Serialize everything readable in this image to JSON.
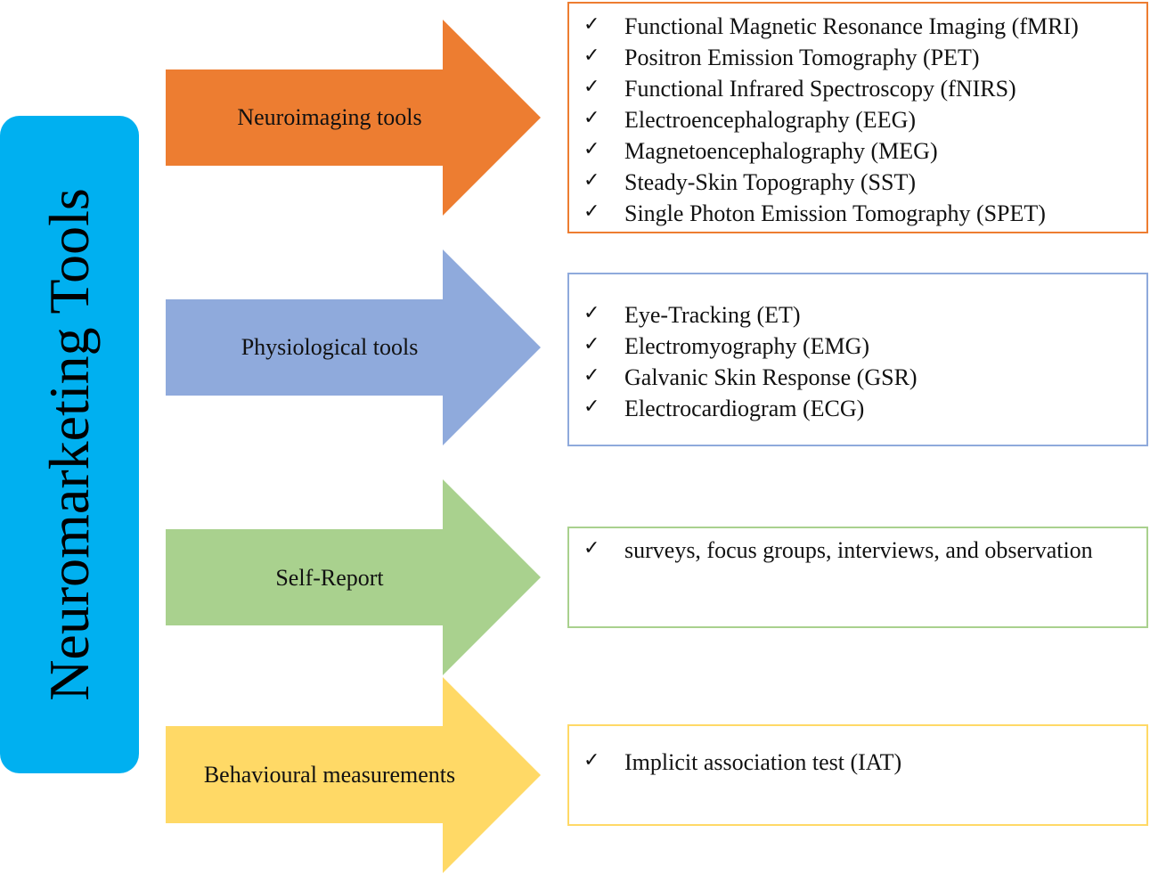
{
  "root": {
    "label": "Neuromarketing Tools",
    "color": "#00b0f0"
  },
  "categories": [
    {
      "label": "Neuroimaging tools",
      "color": "#ed7d31",
      "items": [
        "Functional Magnetic Resonance Imaging (fMRI)",
        "Positron Emission Tomography (PET)",
        "Functional Infrared Spectroscopy (fNIRS)",
        "Electroencephalography (EEG)",
        "Magnetoencephalography (MEG)",
        "Steady-Skin Topography (SST)",
        "Single Photon Emission Tomography (SPET)"
      ]
    },
    {
      "label": "Physiological tools",
      "color": "#8faadc",
      "items": [
        "Eye-Tracking (ET)",
        "Electromyography (EMG)",
        "Galvanic Skin Response (GSR)",
        "Electrocardiogram (ECG)"
      ]
    },
    {
      "label": "Self-Report",
      "color": "#a9d18e",
      "items": [
        "surveys, focus groups, interviews, and observation"
      ]
    },
    {
      "label": "Behavioural measurements",
      "color": "#ffd966",
      "items": [
        "Implicit association test (IAT)"
      ]
    }
  ]
}
